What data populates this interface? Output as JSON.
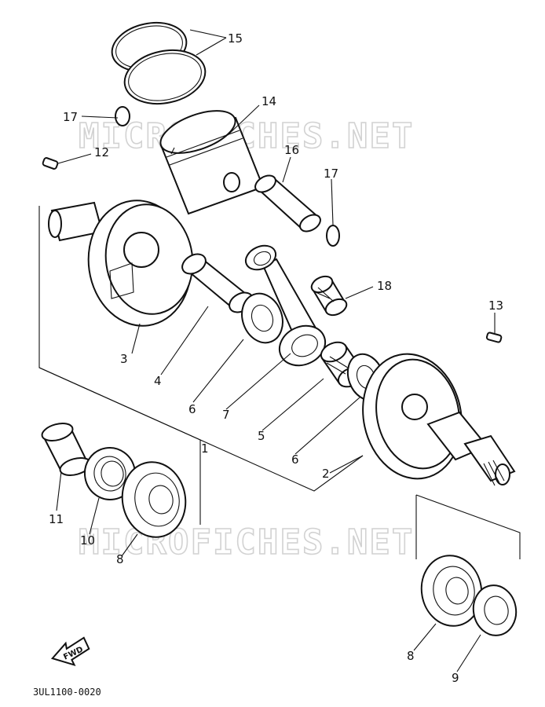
{
  "watermark": "MICROFICHES.NET",
  "drawing_code": "3UL1100-0020",
  "fwd_label": "FWD",
  "callouts": {
    "c15": "15",
    "c14": "14",
    "c17a": "17",
    "c12": "12",
    "c16": "16",
    "c17b": "17",
    "c18": "18",
    "c13": "13",
    "c3": "3",
    "c4": "4",
    "c6a": "6",
    "c7": "7",
    "c1": "1",
    "c5": "5",
    "c6b": "6",
    "c2": "2",
    "c11": "11",
    "c10": "10",
    "c8a": "8",
    "c8b": "8",
    "c9": "9"
  }
}
